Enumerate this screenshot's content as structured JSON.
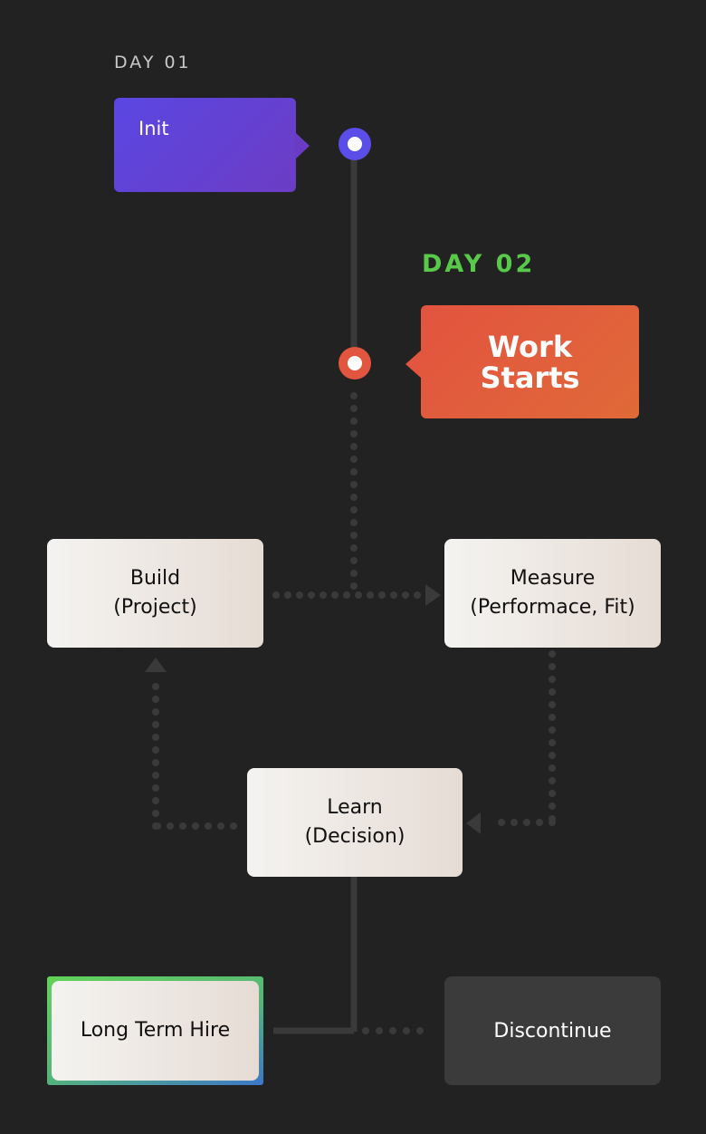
{
  "timeline": {
    "day1_label": "DAY 01",
    "day2_label": "DAY 02",
    "init_label": "Init",
    "work_line1": "Work",
    "work_line2": "Starts"
  },
  "cycle": {
    "build_line1": "Build",
    "build_line2": "(Project)",
    "measure_line1": "Measure",
    "measure_line2": "(Performace, Fit)",
    "learn_line1": "Learn",
    "learn_line2": "(Decision)"
  },
  "outcomes": {
    "hire_label": "Long Term Hire",
    "discontinue_label": "Discontinue"
  },
  "colors": {
    "background": "#222222",
    "init_node": "#5b4ee8",
    "work_node": "#e2553e",
    "day2_accent": "#59c94a",
    "connector": "#3a3a3a"
  }
}
